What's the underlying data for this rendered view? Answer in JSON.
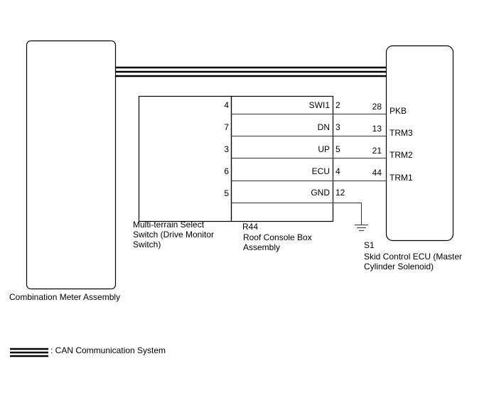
{
  "components": {
    "meter": {
      "name": "Combination Meter Assembly"
    },
    "switch": {
      "name_lines": [
        "Multi-terrain Select",
        "Switch (Drive Monitor",
        "Switch)"
      ]
    },
    "console": {
      "code": "R44",
      "name_lines": [
        "Roof Console Box",
        "Assembly"
      ]
    },
    "ecu": {
      "code": "S1",
      "name_lines": [
        "Skid Control ECU (Master",
        "Cylinder Solenoid)"
      ]
    }
  },
  "wires": [
    {
      "switch_pin": "4",
      "signal": "SWI1",
      "console_pin": "2",
      "ecu_pin": "28",
      "ecu_terminal": "PKB"
    },
    {
      "switch_pin": "7",
      "signal": "DN",
      "console_pin": "3",
      "ecu_pin": "13",
      "ecu_terminal": "TRM3"
    },
    {
      "switch_pin": "3",
      "signal": "UP",
      "console_pin": "5",
      "ecu_pin": "21",
      "ecu_terminal": "TRM2"
    },
    {
      "switch_pin": "6",
      "signal": "ECU",
      "console_pin": "4",
      "ecu_pin": "44",
      "ecu_terminal": "TRM1"
    },
    {
      "switch_pin": "5",
      "signal": "GND",
      "console_pin": "12",
      "ecu_pin": "",
      "ecu_terminal": ""
    }
  ],
  "legend": {
    "can_label": ": CAN Communication System"
  }
}
